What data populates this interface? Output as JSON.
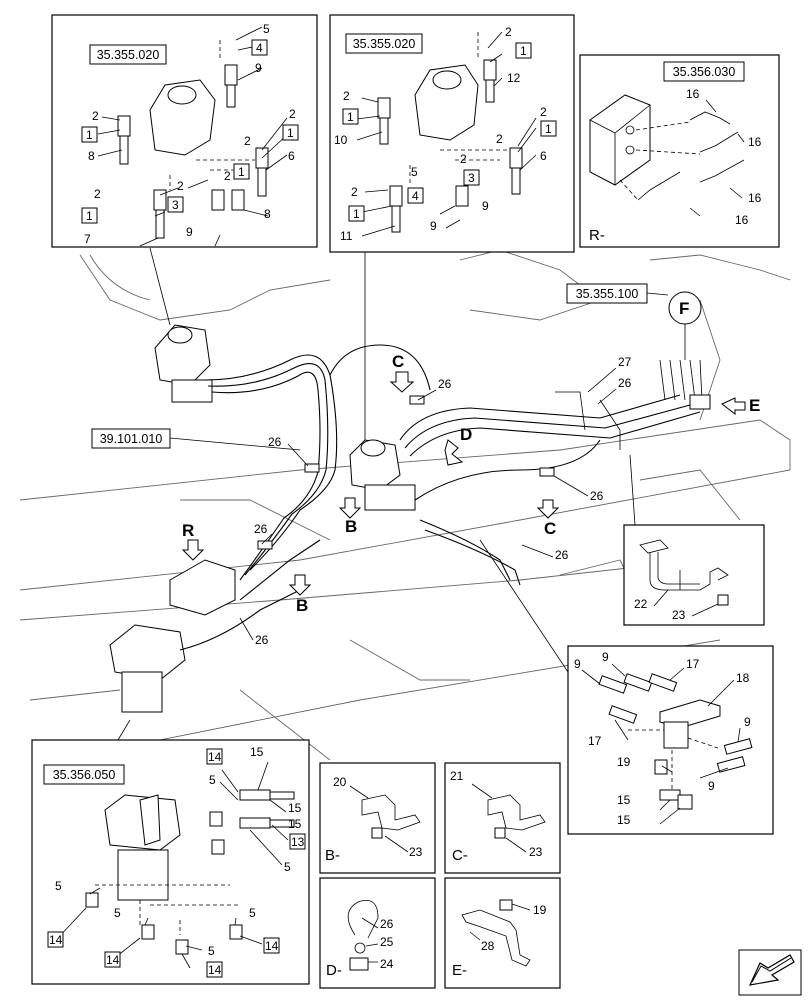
{
  "views": {
    "R": "R-",
    "B": "B-",
    "C": "C-",
    "D": "D-",
    "E": "E-"
  },
  "refs": {
    "joystick_left": "35.355.020",
    "joystick_right": "35.355.020",
    "valve_r": "35.356.030",
    "connector_f": "35.355.100",
    "frame": "39.101.010",
    "pedal": "35.356.050"
  },
  "callouts": {
    "F": "F",
    "R": "R",
    "B1": "B",
    "B2": "B",
    "C1": "C",
    "C2": "C",
    "D": "D",
    "E": "E"
  },
  "parts": {
    "p1": "1",
    "p2": "2",
    "p3": "3",
    "p4": "4",
    "p5": "5",
    "p6": "6",
    "p7": "7",
    "p8": "8",
    "p9": "9",
    "p10": "10",
    "p11": "11",
    "p12": "12",
    "p13": "13",
    "p14": "14",
    "p15": "15",
    "p16": "16",
    "p17": "17",
    "p18": "18",
    "p19": "19",
    "p20": "20",
    "p21": "21",
    "p22": "22",
    "p23": "23",
    "p24": "24",
    "p25": "25",
    "p26": "26",
    "p27": "27",
    "p28": "28"
  },
  "icons": {
    "corner": "next-page-arrow-icon"
  }
}
